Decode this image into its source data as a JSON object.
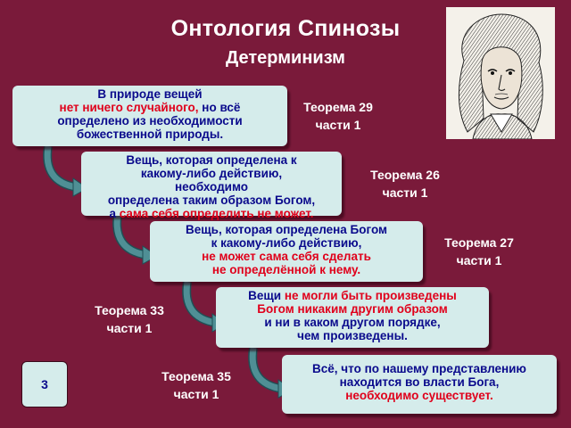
{
  "title": "Онтология Спинозы",
  "subtitle": "Детерминизм",
  "blocks": [
    {
      "lines": [
        [
          {
            "t": "В природе вещей",
            "red": false
          }
        ],
        [
          {
            "t": "нет ничего случайного,",
            "red": true
          },
          {
            "t": " но всё",
            "red": false
          }
        ],
        [
          {
            "t": "определено из необходимости",
            "red": false
          }
        ],
        [
          {
            "t": "божественной природы.",
            "red": false
          }
        ]
      ],
      "theorem": [
        "Теорема 29",
        "части 1"
      ]
    },
    {
      "lines": [
        [
          {
            "t": "Вещь, которая определена к",
            "red": false
          }
        ],
        [
          {
            "t": "какому-либо действию,",
            "red": false
          }
        ],
        [
          {
            "t": "необходимо",
            "red": false
          }
        ],
        [
          {
            "t": "определена таким образом Богом,",
            "red": false
          }
        ],
        [
          {
            "t": "а ",
            "red": false
          },
          {
            "t": "сама себя определить не может.",
            "red": true
          }
        ]
      ],
      "theorem": [
        "Теорема 26",
        "части 1"
      ]
    },
    {
      "lines": [
        [
          {
            "t": "Вещь, которая определена Богом",
            "red": false
          }
        ],
        [
          {
            "t": "к какому-либо действию,",
            "red": false
          }
        ],
        [
          {
            "t": "не может сама себя сделать",
            "red": true
          }
        ],
        [
          {
            "t": "не определённой к нему.",
            "red": true
          }
        ]
      ],
      "theorem": [
        "Теорема 27",
        "части 1"
      ]
    },
    {
      "lines": [
        [
          {
            "t": "Вещи ",
            "red": false
          },
          {
            "t": "не могли быть произведены",
            "red": true
          }
        ],
        [
          {
            "t": "Богом никаким другим образом",
            "red": true
          }
        ],
        [
          {
            "t": "и ни в каком другом порядке,",
            "red": false
          }
        ],
        [
          {
            "t": "чем произведены.",
            "red": false
          }
        ]
      ],
      "theorem": [
        "Теорема 33",
        "части 1"
      ]
    },
    {
      "lines": [
        [
          {
            "t": "Всё, что по нашему представлению",
            "red": false
          }
        ],
        [
          {
            "t": "находится во власти Бога,",
            "red": false
          }
        ],
        [
          {
            "t": "необходимо существует.",
            "red": true
          }
        ]
      ],
      "theorem": [
        "Теорема 35",
        "части 1"
      ]
    }
  ],
  "slide_number": "3",
  "colors": {
    "background": "#7a1a3a",
    "box": "#d5eceb",
    "text_blue": "#0a0a8c",
    "text_red": "#e0001b",
    "arrow": "#4f8f95"
  },
  "portrait_icon": "engraved-portrait-illustration"
}
